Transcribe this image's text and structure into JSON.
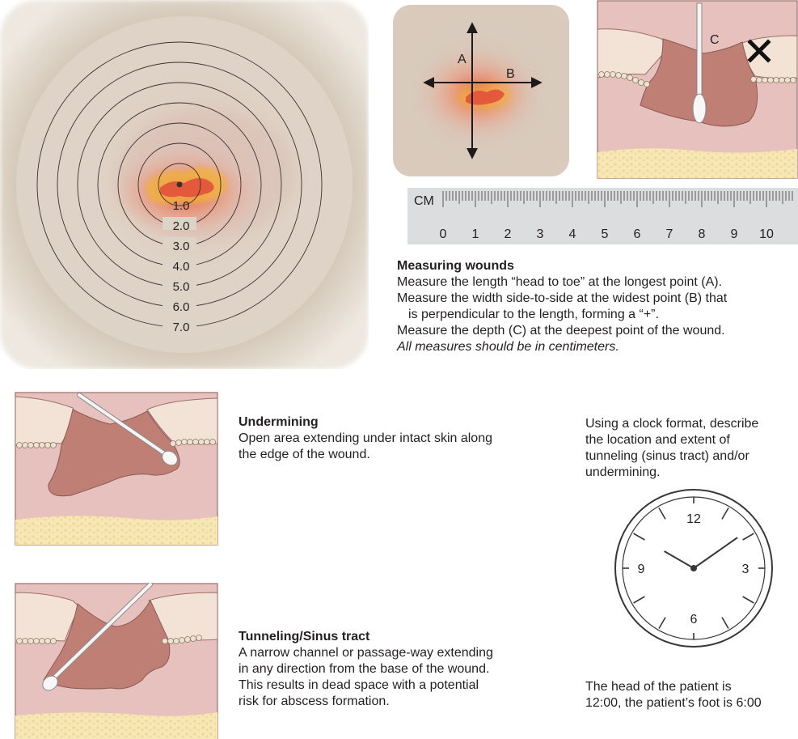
{
  "target": {
    "rings": [
      "1.0",
      "2.0",
      "3.0",
      "4.0",
      "5.0",
      "6.0",
      "7.0"
    ]
  },
  "axes": {
    "a_label": "A",
    "b_label": "B"
  },
  "depth": {
    "c_label": "C"
  },
  "ruler": {
    "unit": "CM",
    "numbers": [
      "0",
      "1",
      "2",
      "3",
      "4",
      "5",
      "6",
      "7",
      "8",
      "9",
      "10"
    ]
  },
  "measuring": {
    "heading": "Measuring wounds",
    "line1": "Measure the length “head to toe” at the longest point (A).",
    "line2a": "Measure the width side-to-side at the widest point (B) that",
    "line2b": "is perpendicular to the length, forming a “+”.",
    "line3": "Measure the depth (C) at the deepest point of the wound.",
    "line4": "All measures should be in centimeters."
  },
  "undermining": {
    "heading": "Undermining",
    "line1": "Open area extending under intact skin along",
    "line2": "the edge of the wound."
  },
  "tunneling": {
    "heading": "Tunneling/Sinus tract",
    "line1": "A narrow channel or passage-way extending",
    "line2": "in any direction from the base of the wound.",
    "line3": "This results in dead space with a potential",
    "line4": "risk for abscess formation."
  },
  "clock": {
    "intro1": "Using a clock format, describe",
    "intro2": "the location and extent of",
    "intro3": "tunneling (sinus tract) and/or",
    "intro4": "undermining.",
    "n12": "12",
    "n3": "3",
    "n6": "6",
    "n9": "9",
    "hour_hand_angle_deg": 300,
    "minute_hand_angle_deg": 55,
    "caption1": "The head of the patient is",
    "caption2": "12:00, the patient’s foot is 6:00"
  },
  "colors": {
    "skin": "#f3e3d6",
    "dermis": "#e6c1bd",
    "wound": "#c07f74",
    "fat": "#f6e7b4",
    "wound_red": "#e24b3b",
    "wound_yellow": "#f2b33a",
    "backdrop": "#d7cab9"
  }
}
